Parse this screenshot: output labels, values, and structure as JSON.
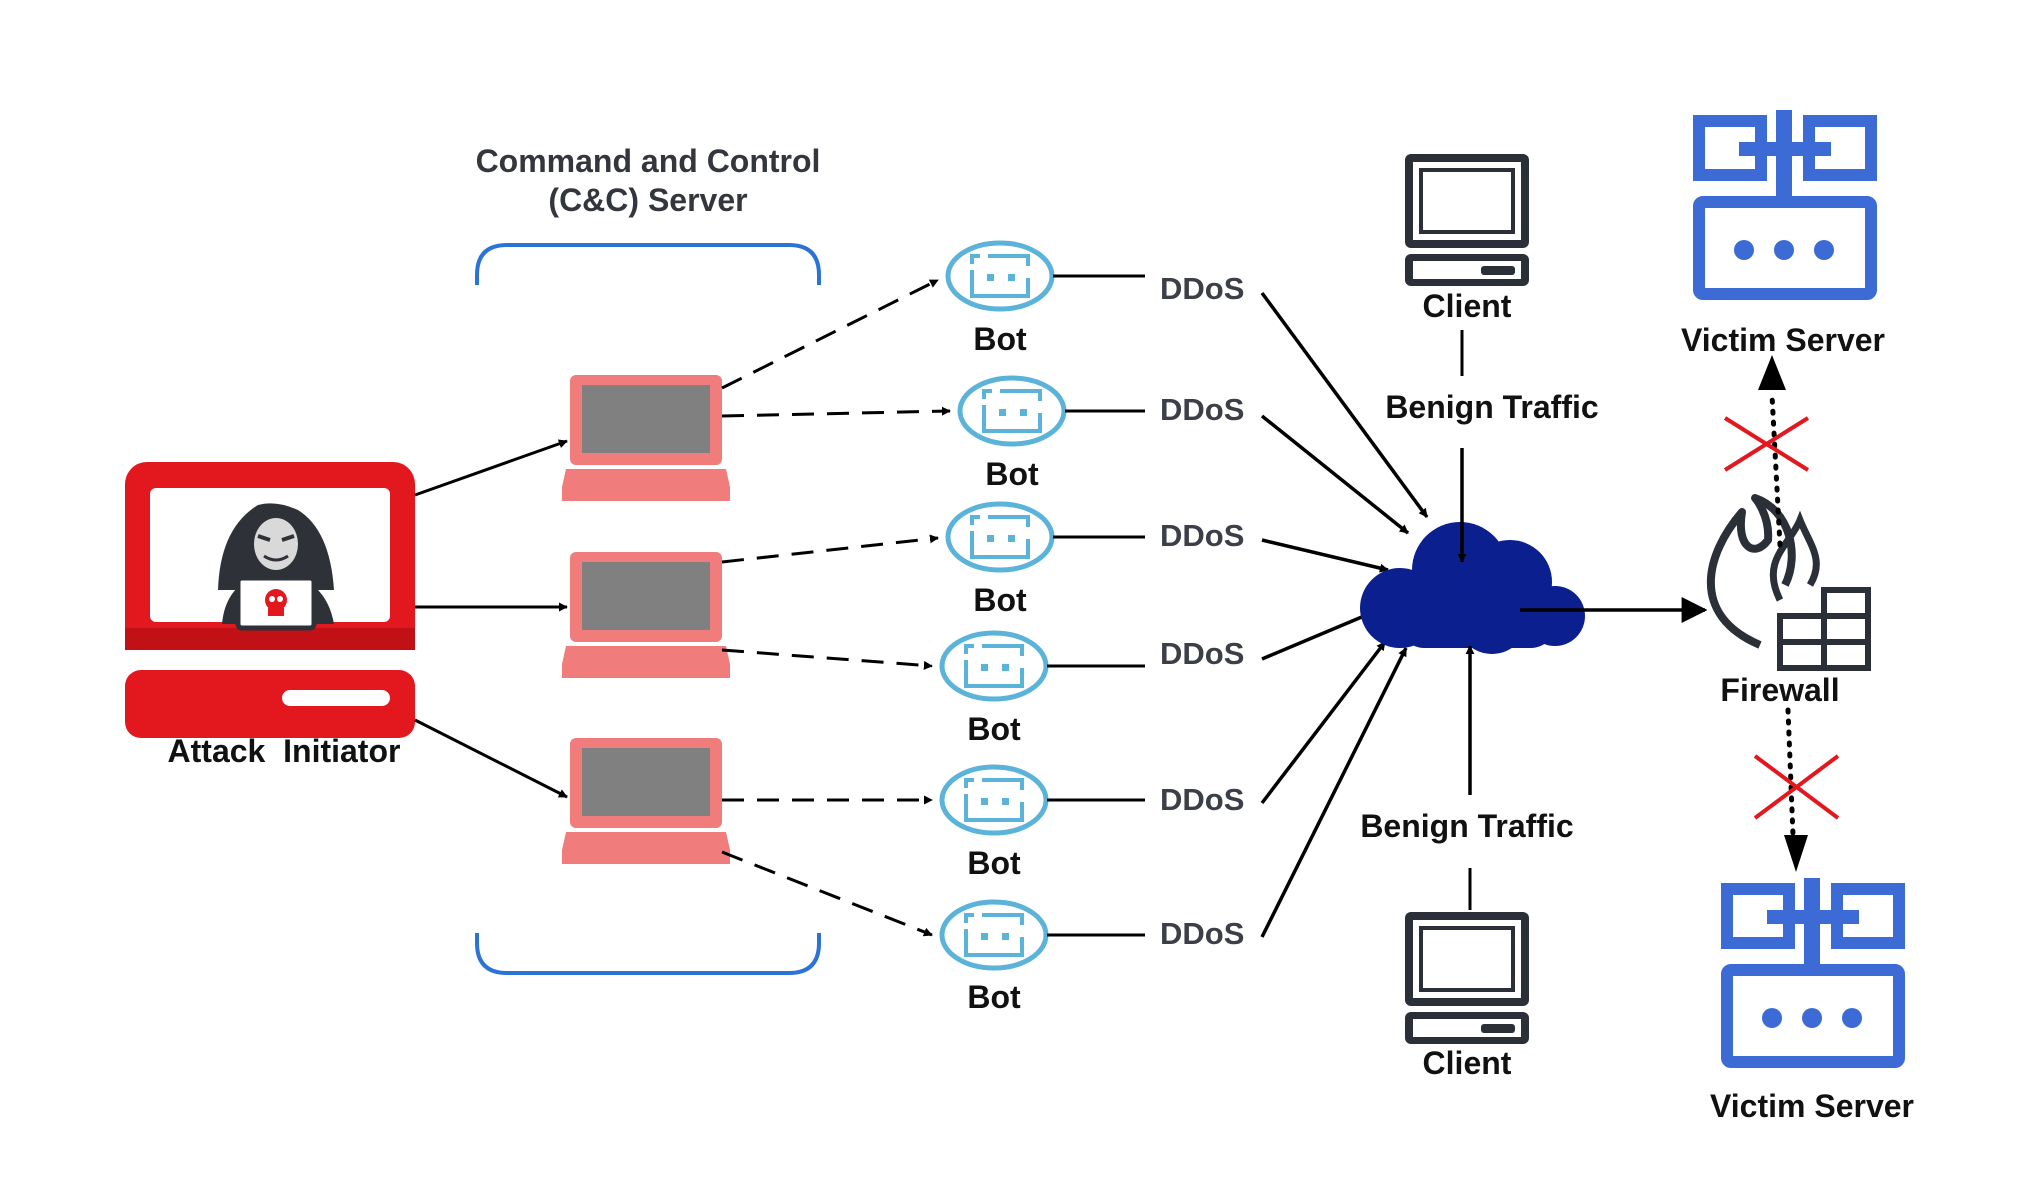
{
  "cc_server": {
    "title_line1": "Command and Control",
    "title_line2": "(C&C) Server"
  },
  "attack_initiator": {
    "label": "Attack  Initiator"
  },
  "bots": [
    {
      "label": "Bot"
    },
    {
      "label": "Bot"
    },
    {
      "label": "Bot"
    },
    {
      "label": "Bot"
    },
    {
      "label": "Bot"
    },
    {
      "label": "Bot"
    }
  ],
  "ddos_labels": [
    "DDoS",
    "DDoS",
    "DDoS",
    "DDoS",
    "DDoS",
    "DDoS"
  ],
  "clients": [
    {
      "label": "Client",
      "traffic_label": "Benign Traffic"
    },
    {
      "label": "Client",
      "traffic_label": "Benign Traffic"
    }
  ],
  "firewall": {
    "label": "Firewall"
  },
  "victim_servers": [
    {
      "label": "Victim Server"
    },
    {
      "label": "Victim Server"
    }
  ],
  "colors": {
    "attacker_red": "#e3181f",
    "laptop_pink": "#f07c7c",
    "screen_gray": "#808080",
    "bot_blue": "#5bb3d9",
    "cloud_navy": "#0b1f8f",
    "server_blue": "#3d6bd6",
    "bracket_blue": "#2b73d6",
    "blocked_x": "#e3181f"
  },
  "icons": [
    "hacker-icon",
    "laptop-icon",
    "bot-icon",
    "cloud-icon",
    "client-computer-icon",
    "firewall-icon",
    "server-icon",
    "blocked-x-icon"
  ]
}
